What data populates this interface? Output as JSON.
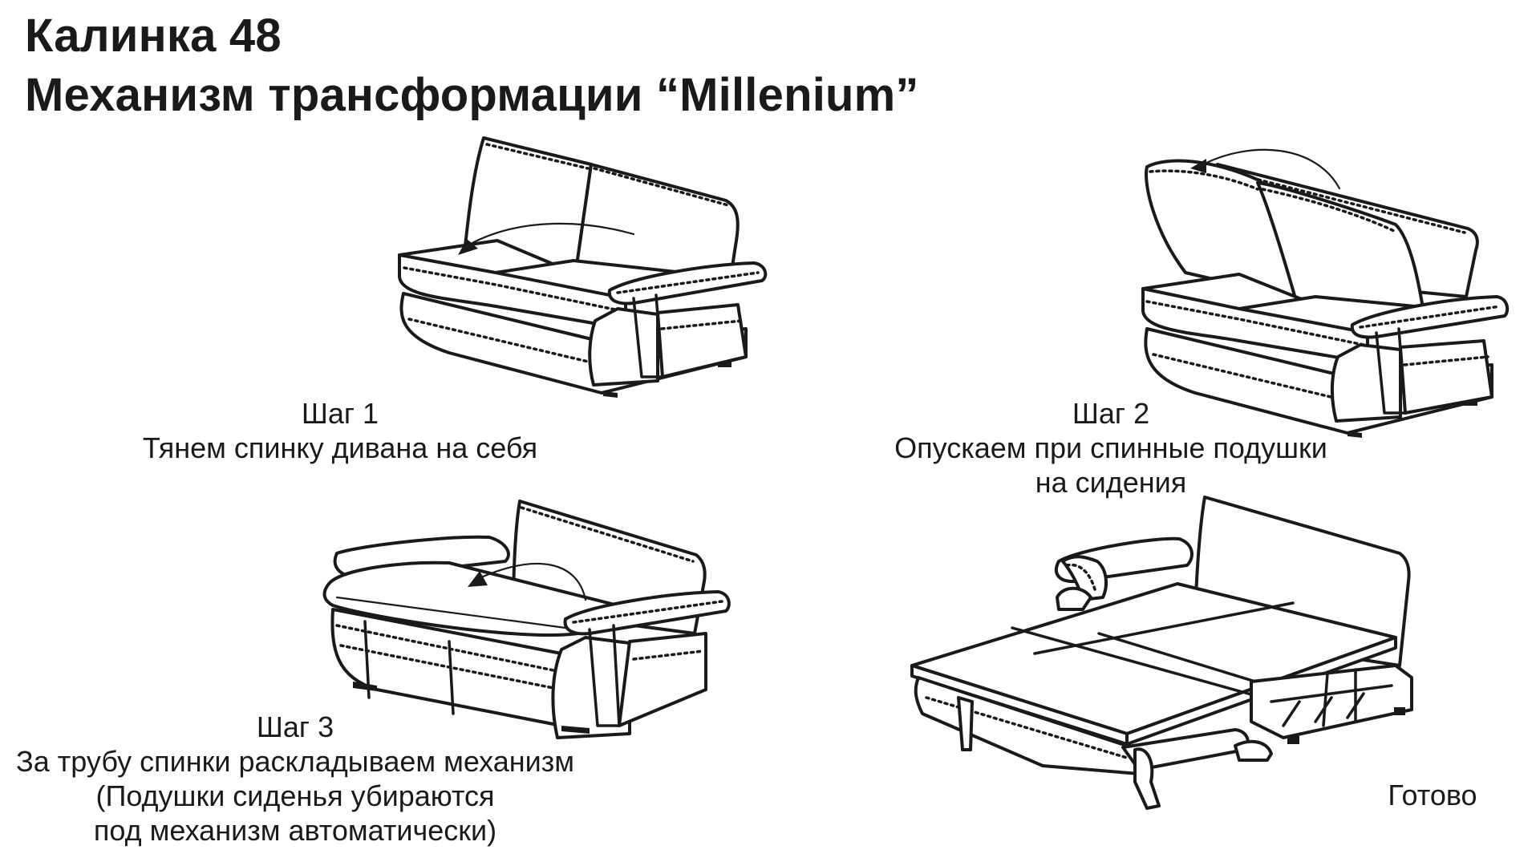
{
  "title": {
    "line1": "Калинка 48",
    "line2": "Механизм трансформации “Millenium”"
  },
  "steps": [
    {
      "heading": "Шаг 1",
      "lines": [
        "Тянем спинку дивана на себя"
      ]
    },
    {
      "heading": "Шаг 2",
      "lines": [
        "Опускаем при спинные подушки",
        "на сидения"
      ]
    },
    {
      "heading": "Шаг 3",
      "lines": [
        "За трубу спинки раскладываем механизм",
        "(Подушки сиденья убираются",
        "под механизм автоматически)"
      ]
    },
    {
      "heading": "",
      "lines": [
        "Готово"
      ]
    }
  ],
  "icons": {
    "arrow": "arrow-icon",
    "sofa": "sofa-icon"
  }
}
